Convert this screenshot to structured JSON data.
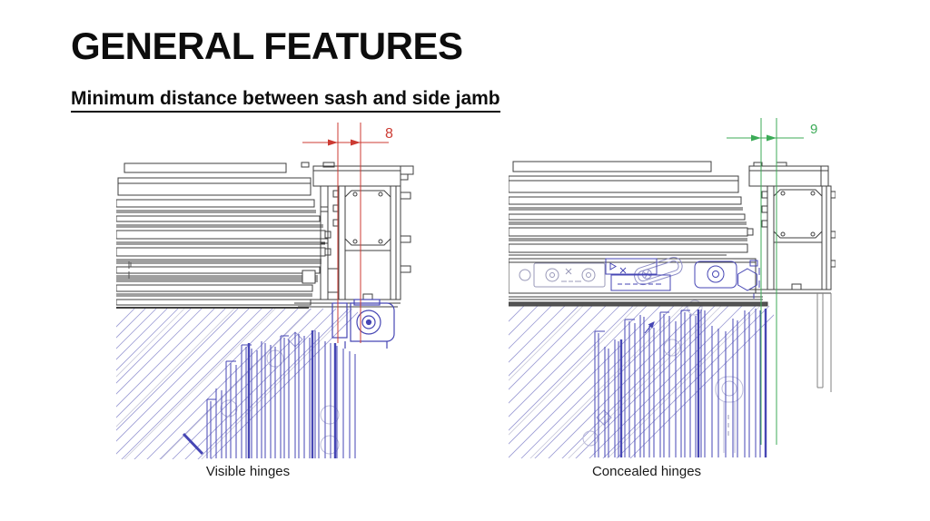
{
  "slide": {
    "title": "GENERAL FEATURES",
    "subtitle": "Minimum distance between sash and side jamb"
  },
  "figures": {
    "left": {
      "caption": "Visible hinges",
      "dimension_value": "8",
      "dimension_color": "#cc3b33"
    },
    "right": {
      "caption": "Concealed hinges",
      "dimension_value": "9",
      "dimension_color": "#3cab57"
    }
  },
  "colors": {
    "background": "#ffffff",
    "text": "#0d0d0d",
    "profile_line": "#3f3f3f",
    "hardware_blue": "#4646b4",
    "hatch_blue": "#9b9bd4"
  }
}
